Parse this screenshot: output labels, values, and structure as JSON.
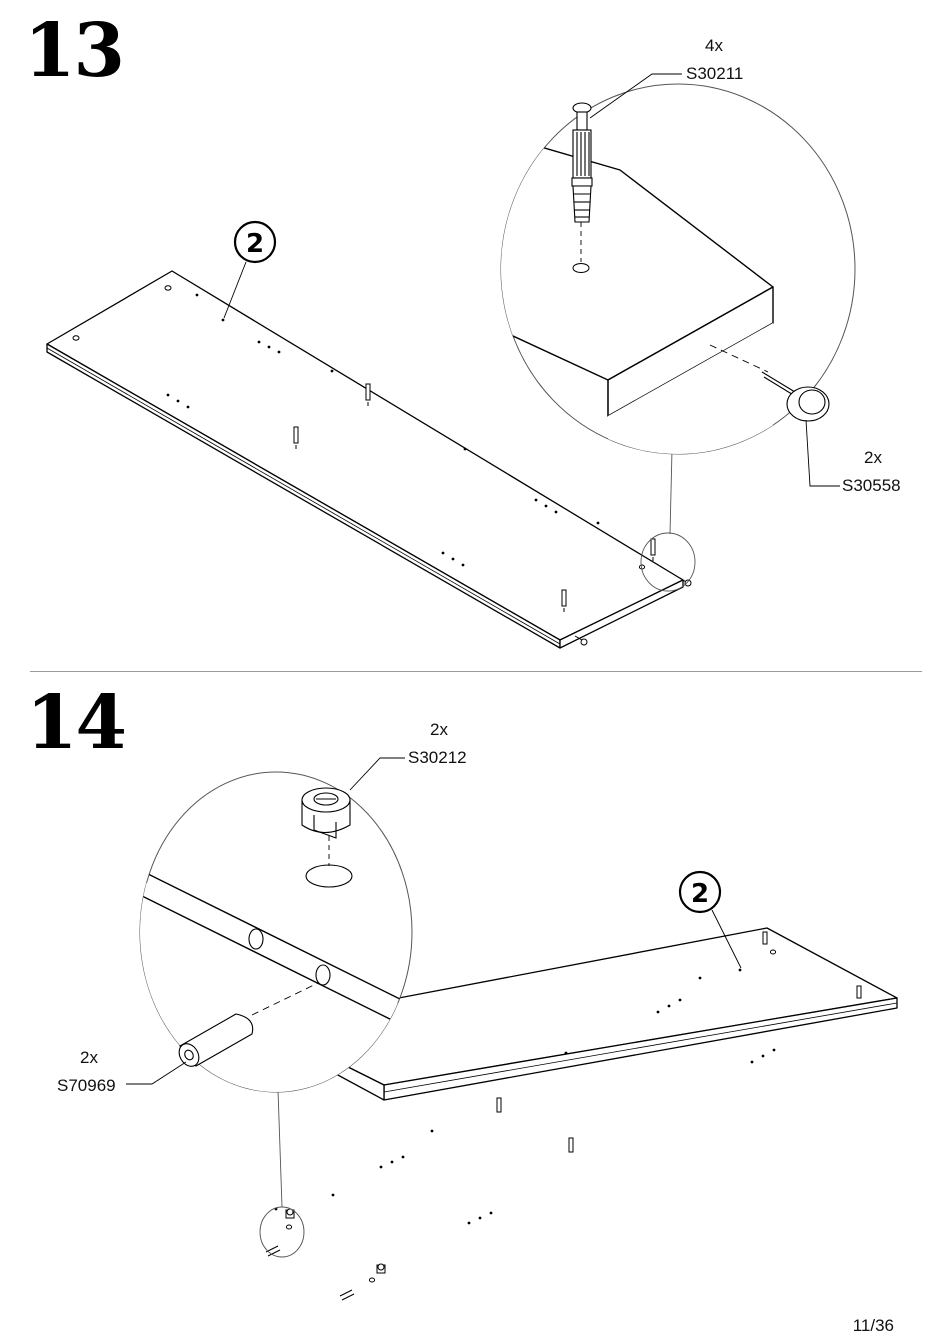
{
  "page": {
    "page_number": "11/36"
  },
  "steps": [
    {
      "number": "13",
      "part_badge": "2",
      "hardware": [
        {
          "qty": "4x",
          "code": "S30211",
          "icon": "screw-dowel-icon"
        },
        {
          "qty": "2x",
          "code": "S30558",
          "icon": "shelf-support-pin-icon"
        }
      ]
    },
    {
      "number": "14",
      "part_badge": "2",
      "hardware": [
        {
          "qty": "2x",
          "code": "S30212",
          "icon": "cam-lock-icon"
        },
        {
          "qty": "2x",
          "code": "S70969",
          "icon": "wooden-dowel-icon"
        }
      ]
    }
  ],
  "colors": {
    "line": "#000000",
    "thin_line": "#555555",
    "panel_fill": "#ffffff",
    "detail_fill": "#f2f2f2"
  }
}
